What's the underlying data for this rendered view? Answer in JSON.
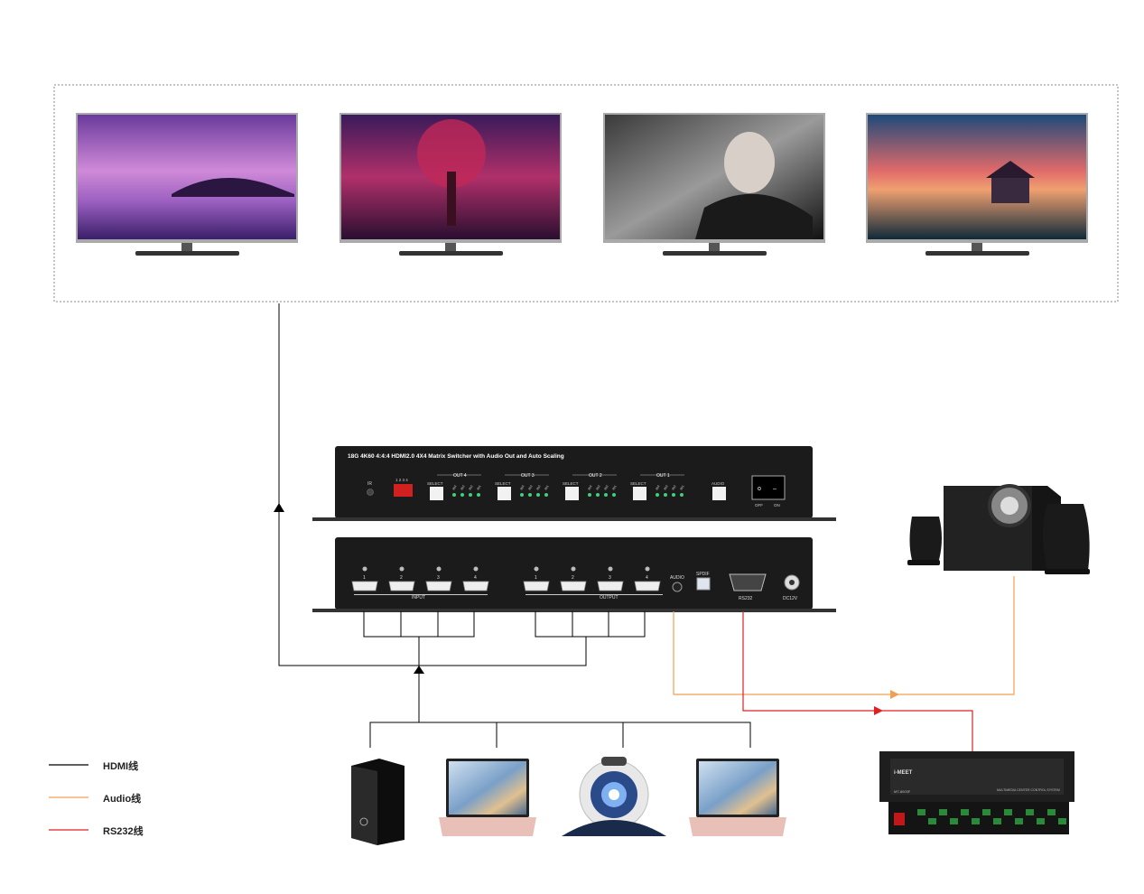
{
  "front_panel": {
    "title": "18G 4K60 4:4:4 HDMI2.0 4X4 Matrix Switcher with Audio Out and Auto Scaling",
    "ir_label": "IR",
    "dip_numbers": "1 2 3 4",
    "out_groups": [
      {
        "label": "OUT 4",
        "select": "SELECT",
        "ins": [
          "IN4",
          "IN3",
          "IN2",
          "IN1"
        ]
      },
      {
        "label": "OUT 3",
        "select": "SELECT",
        "ins": [
          "IN4",
          "IN3",
          "IN2",
          "IN1"
        ]
      },
      {
        "label": "OUT 2",
        "select": "SELECT",
        "ins": [
          "IN4",
          "IN3",
          "IN2",
          "IN1"
        ]
      },
      {
        "label": "OUT 1",
        "select": "SELECT",
        "ins": [
          "IN4",
          "IN3",
          "IN2",
          "IN1"
        ]
      }
    ],
    "audio_button": "AUDIO",
    "power_off": "OFF",
    "power_on": "ON"
  },
  "rear_panel": {
    "input_numbers": [
      "1",
      "2",
      "3",
      "4"
    ],
    "input_label": "INPUT",
    "output_numbers": [
      "1",
      "2",
      "3",
      "4"
    ],
    "output_label": "OUTPUT",
    "audio_label": "AUDIO",
    "spdif_label": "SPDIF",
    "rs232_label": "RS232",
    "dc_label": "DC12V"
  },
  "control_system": {
    "brand": "i-MEET",
    "model": "MT-8003F",
    "name": "MULTIMEDIA CENTER CONTROL SYSTEM"
  },
  "legend": [
    {
      "label": "HDMI线",
      "color": "#000000"
    },
    {
      "label": "Audio线",
      "color": "#f0a050"
    },
    {
      "label": "RS232线",
      "color": "#e02020"
    }
  ],
  "colors": {
    "hdmi": "#000000",
    "audio": "#f0a050",
    "rs232": "#e02020"
  }
}
